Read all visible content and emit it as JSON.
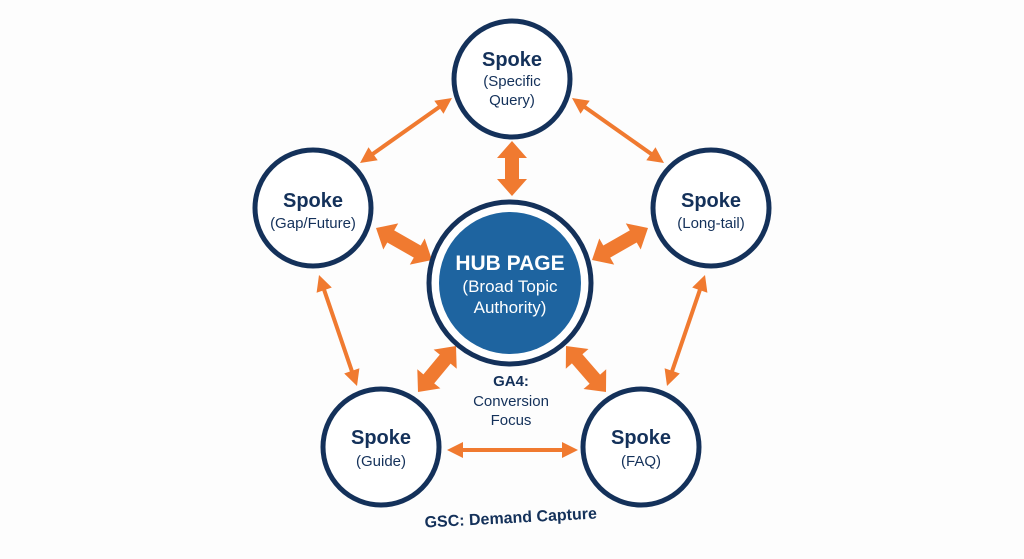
{
  "hub": {
    "title": "HUB PAGE",
    "line1": "(Broad Topic",
    "line2": "Authority)"
  },
  "spokes": {
    "top": {
      "title": "Spoke",
      "line1": "(Specific",
      "line2": "Query)"
    },
    "left": {
      "title": "Spoke",
      "line1": "(Gap/Future)"
    },
    "right": {
      "title": "Spoke",
      "line1": "(Long-tail)"
    },
    "bottom_left": {
      "title": "Spoke",
      "line1": "(Guide)"
    },
    "bottom_right": {
      "title": "Spoke",
      "line1": "(FAQ)"
    }
  },
  "ga4": {
    "title": "GA4:",
    "line1": "Conversion",
    "line2": "Focus"
  },
  "gsc_label": "GSC: Demand Capture",
  "colors": {
    "navy": "#14315a",
    "hub_fill": "#1e64a0",
    "arrow": "#f07a30",
    "spoke_fill": "#ffffff"
  }
}
